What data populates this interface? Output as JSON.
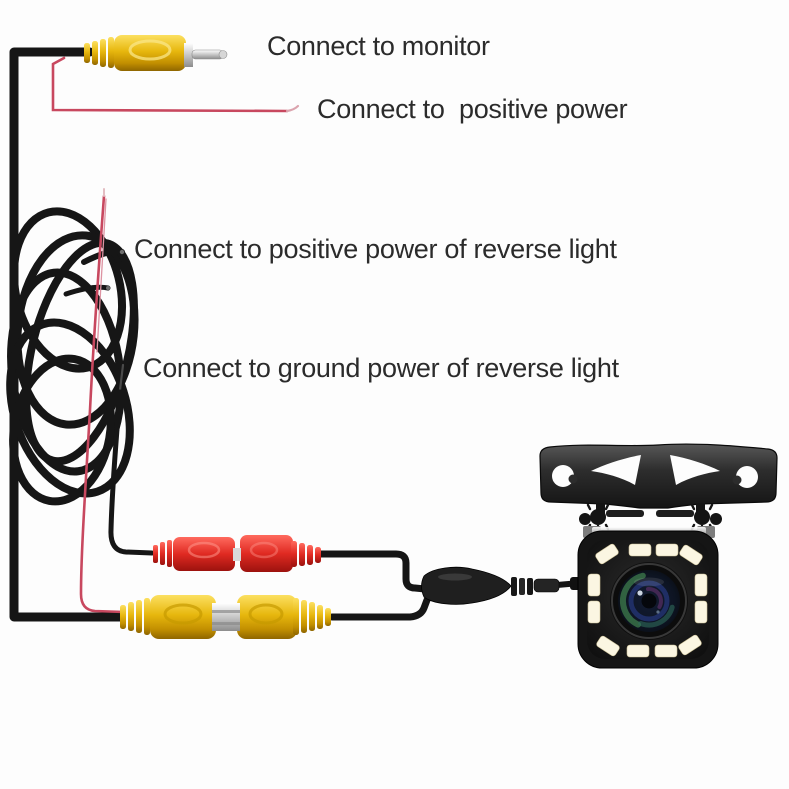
{
  "labels": {
    "monitor": "Connect to monitor",
    "positive_power": "Connect to  positive power",
    "reverse_light_positive": "Connect to positive power of reverse light",
    "reverse_light_ground": "Connect to ground power of reverse light"
  },
  "colors": {
    "background": "#fdfdfd",
    "label_text": "#2b2b2b",
    "cable_black": "#161616",
    "signal_wire_red": "#c8485f",
    "rca_yellow": "#e5b50a",
    "rca_red": "#d6251d",
    "metal_silver": "#c9c9c9",
    "camera_body": "#1b1b1b",
    "led_white": "#fbf6e2",
    "lens_green": "#3e7c4c",
    "lens_blue": "#27397f"
  },
  "parts": {
    "rca_plug_top": "yellow RCA male plug",
    "power_wire": "red power lead",
    "cable_coil": "coiled video cable",
    "ground_wire": "black ground lead",
    "red_connector_pair": "red RCA plug pair",
    "yellow_connector_pair": "yellow RCA plug pair",
    "splitter": "cable splitter",
    "bracket": "mounting bracket",
    "camera": "12-LED reverse camera"
  }
}
